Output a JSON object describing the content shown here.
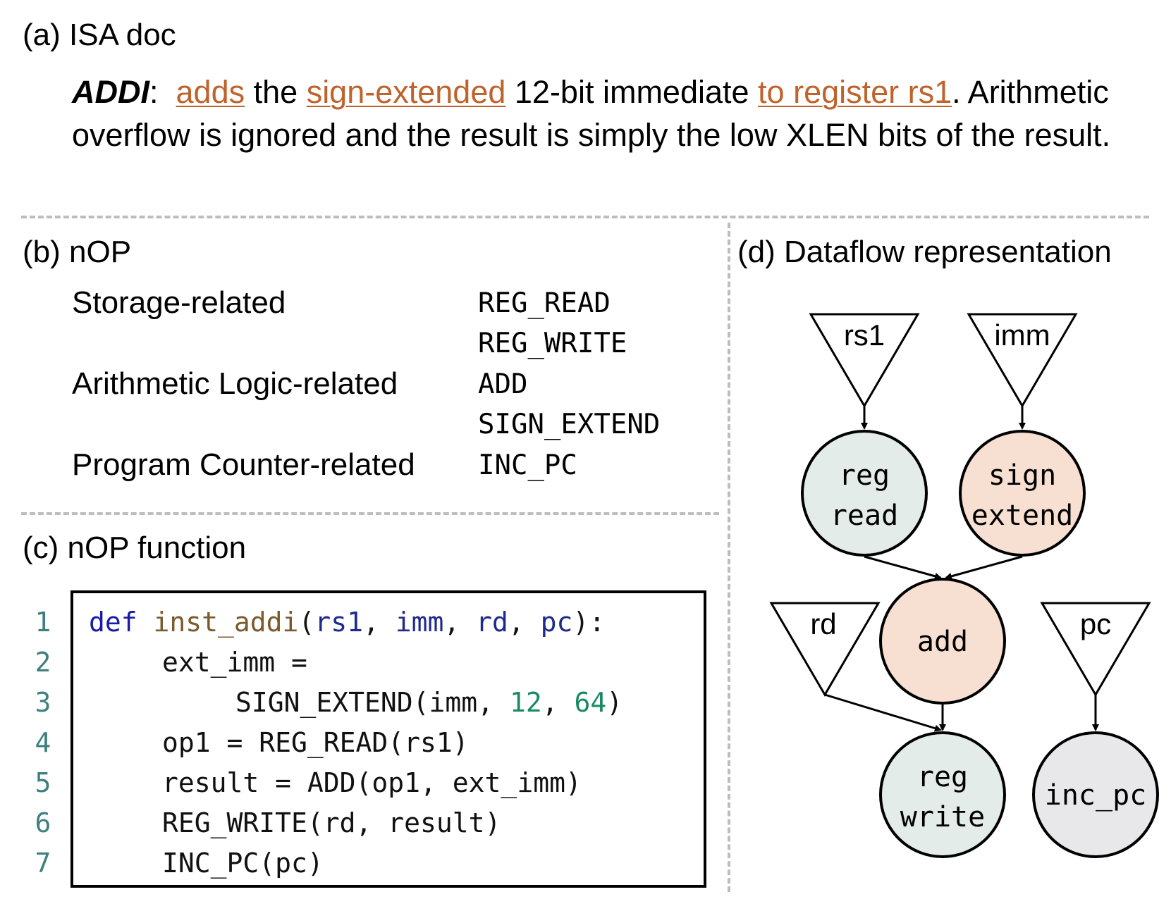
{
  "sections": {
    "a_title": "(a) ISA doc",
    "b_title": "(b) nOP",
    "c_title": "(c) nOP function",
    "d_title": "(d) Dataflow representation"
  },
  "isa_doc": {
    "op": "ADDI",
    "colon": ":",
    "t1": "adds",
    "t2": " the ",
    "t3": "sign-extended",
    "t4": " 12-bit immediate ",
    "t5": "to register rs1",
    "t6": ". Arithmetic overflow is ignored and the result is simply the low XLEN bits of the result.",
    "highlight_color": "#c0622c"
  },
  "nop_table": {
    "categories": [
      "Storage-related",
      "Arithmetic Logic-related",
      "Program Counter-related"
    ],
    "ops": [
      "REG_READ",
      "REG_WRITE",
      "ADD",
      "SIGN_EXTEND",
      "INC_PC"
    ]
  },
  "code": {
    "line_numbers": [
      "1",
      "2",
      "3",
      "4",
      "5",
      "6",
      "7"
    ],
    "def_kw": "def",
    "func_name": "inst_addi",
    "open_paren": "(",
    "params": [
      "rs1",
      "imm",
      "rd",
      "pc"
    ],
    "comma": ", ",
    "close": "):",
    "line2": "ext_imm =",
    "line3_a": "SIGN_EXTEND(imm, ",
    "line3_n1": "12",
    "line3_n2": "64",
    "line3_close": ")",
    "line4": "op1 = REG_READ(rs1)",
    "line5": "result = ADD(op1, ext_imm)",
    "line6": "REG_WRITE(rd, result)",
    "line7": "INC_PC(pc)"
  },
  "dataflow": {
    "inputs": [
      "rs1",
      "imm",
      "rd",
      "pc"
    ],
    "nodes": {
      "reg_read": [
        "reg",
        "read"
      ],
      "sign_extend": [
        "sign",
        "extend"
      ],
      "add": [
        "add"
      ],
      "reg_write": [
        "reg",
        "write"
      ],
      "inc_pc": [
        "inc_pc"
      ]
    },
    "colors": {
      "storage": "#e3ece8",
      "arith": "#f7e0d2",
      "pc": "#e8e7e9"
    }
  }
}
